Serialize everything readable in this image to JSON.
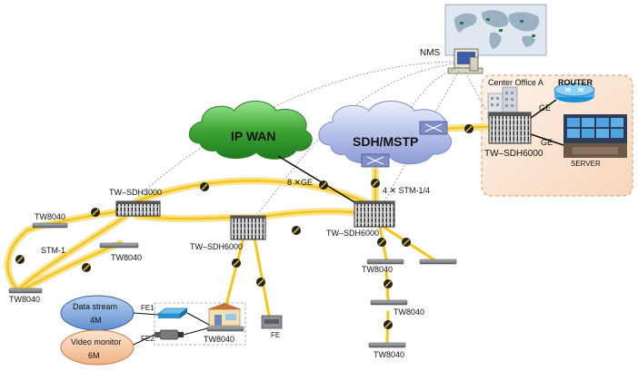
{
  "labels": {
    "nms": "NMS",
    "center_office": "Center Office A",
    "router": "ROUTER",
    "server": "SERVER",
    "ge_top": "GE",
    "ge_bottom": "GE",
    "ip_wan": "IP WAN",
    "sdh_mstp": "SDH/MSTP",
    "center_sdh": "TW–SDH6000",
    "tw_sdh3000": "TW–SDH3000",
    "left_sdh6000": "TW–SDH6000",
    "hub_sdh6000": "TW–SDH6000",
    "link_8ge": "8 ✕GE",
    "link_4stm": "4 ✕ STM-1/4",
    "stm1": "STM-1",
    "tw8040_left_top": "TW8040",
    "tw8040_mid": "TW8040",
    "tw8040_left_bottom": "TW8040",
    "tw8040_access": "TW8040",
    "tw8040_chain1": "TW8040",
    "tw8040_chain2": "TW8040",
    "tw8040_chain3": "TW8040",
    "fe1": "FE1",
    "fe2": "FE2",
    "fe": "FE",
    "data_stream_name": "Data stream",
    "data_stream_rate": "4M",
    "video_monitor_name": "Video monitor",
    "video_monitor_rate": "6M"
  },
  "colors": {
    "ring_yellow": "#f5c518",
    "ring_glow": "#f7e08a",
    "ip_wan_green": "#3ea535",
    "sdh_cloud_blue": "#a9b6e6",
    "center_office_bg": "#fbe3cf",
    "bubble_blue": "#7fa7dc",
    "bubble_orange": "#f6c9a4"
  }
}
